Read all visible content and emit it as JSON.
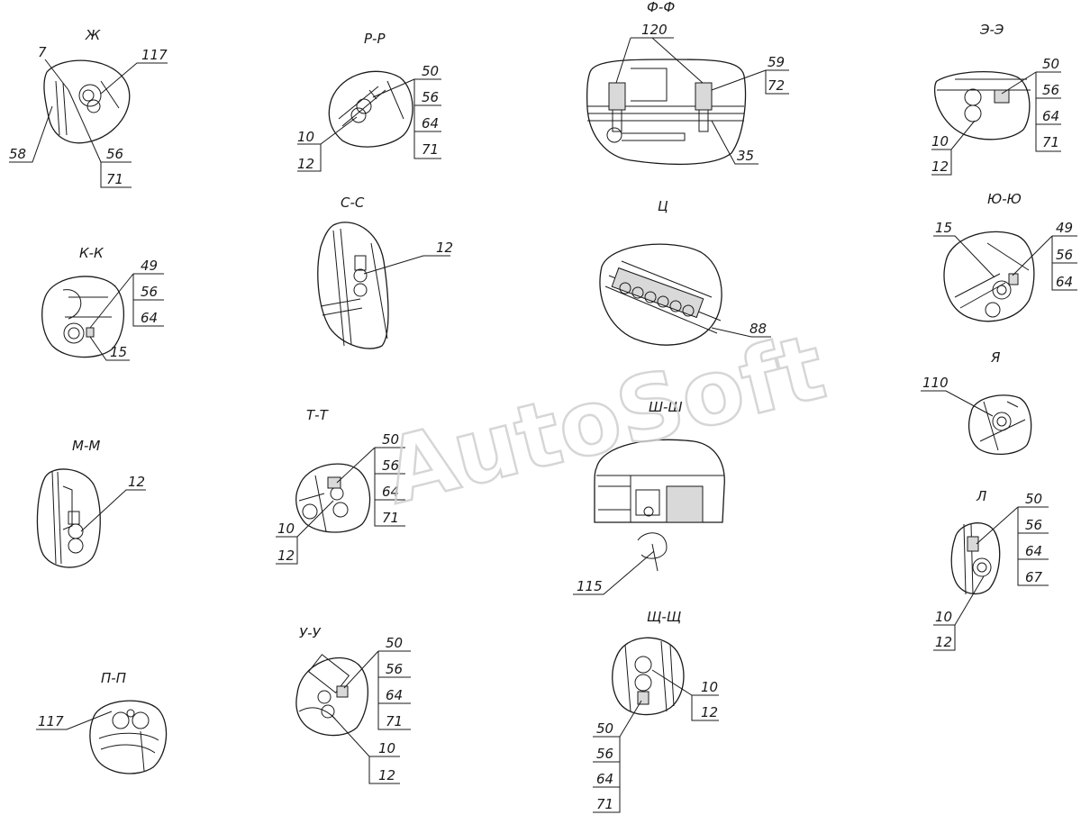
{
  "watermark": "AutoSoft",
  "views": {
    "zh": {
      "title": "Ж",
      "callouts": [
        "7",
        "117",
        "58",
        "56",
        "71"
      ]
    },
    "rr": {
      "title": "Р-Р",
      "callouts": [
        "50",
        "56",
        "64",
        "71",
        "10",
        "12"
      ]
    },
    "ff": {
      "title": "Ф-Ф",
      "callouts": [
        "120",
        "59",
        "72",
        "35"
      ]
    },
    "ee": {
      "title": "Э-Э",
      "callouts": [
        "50",
        "56",
        "64",
        "71",
        "10",
        "12"
      ]
    },
    "kk": {
      "title": "К-К",
      "callouts": [
        "49",
        "56",
        "64",
        "15"
      ]
    },
    "ss": {
      "title": "С-С",
      "callouts": [
        "12"
      ]
    },
    "ts": {
      "title": "Ц",
      "callouts": [
        "88"
      ]
    },
    "yuyu": {
      "title": "Ю-Ю",
      "callouts": [
        "15",
        "49",
        "56",
        "64"
      ]
    },
    "ya": {
      "title": "Я",
      "callouts": [
        "110"
      ]
    },
    "mm": {
      "title": "М-М",
      "callouts": [
        "12"
      ]
    },
    "tt": {
      "title": "Т-Т",
      "callouts": [
        "50",
        "56",
        "64",
        "71",
        "10",
        "12"
      ]
    },
    "shsh": {
      "title": "Ш-Ш",
      "callouts": [
        "115"
      ]
    },
    "l": {
      "title": "Л",
      "callouts": [
        "50",
        "56",
        "64",
        "67",
        "10",
        "12"
      ]
    },
    "pp": {
      "title": "П-П",
      "callouts": [
        "117"
      ]
    },
    "uu": {
      "title": "У-У",
      "callouts": [
        "50",
        "56",
        "64",
        "71",
        "10",
        "12"
      ]
    },
    "shchshch": {
      "title": "Щ-Щ",
      "callouts": [
        "10",
        "12",
        "50",
        "56",
        "64",
        "71"
      ]
    }
  }
}
